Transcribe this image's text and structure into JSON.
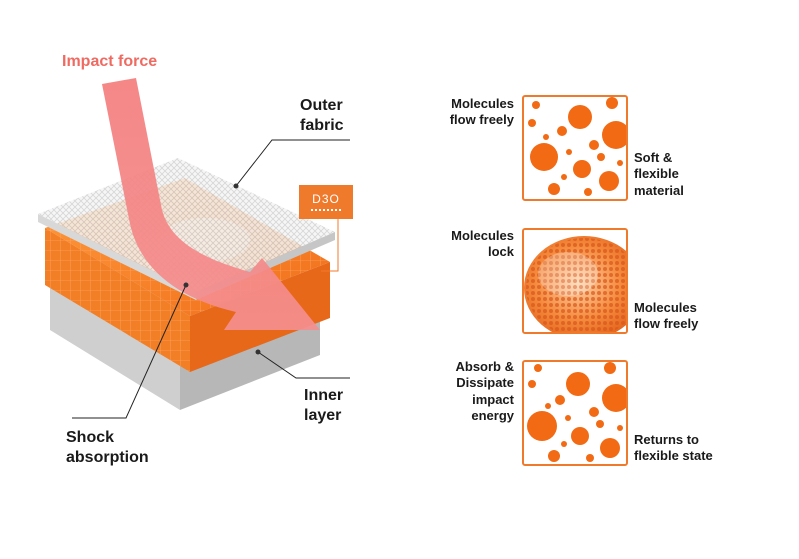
{
  "labels": {
    "impact_force": "Impact force",
    "outer_fabric": [
      "Outer",
      "fabric"
    ],
    "inner_layer": [
      "Inner",
      "layer"
    ],
    "shock_absorption": [
      "Shock",
      "absorption"
    ],
    "brand_tag": "D3O"
  },
  "states": [
    {
      "left_label": [
        "Molecules",
        "flow freely"
      ],
      "right_label": [
        "Soft &",
        "flexible",
        "material"
      ]
    },
    {
      "left_label": [
        "Molecules",
        "lock"
      ],
      "right_label": [
        "Molecules",
        "flow freely"
      ]
    },
    {
      "left_label": [
        "Absorb &",
        "Dissipate",
        "impact",
        "energy"
      ],
      "right_label": [
        "Returns to",
        "flexible state"
      ]
    }
  ],
  "colors": {
    "orange": "#f07a2c",
    "impact_red": "#ef6b62",
    "gray": "#c8c8c8"
  }
}
